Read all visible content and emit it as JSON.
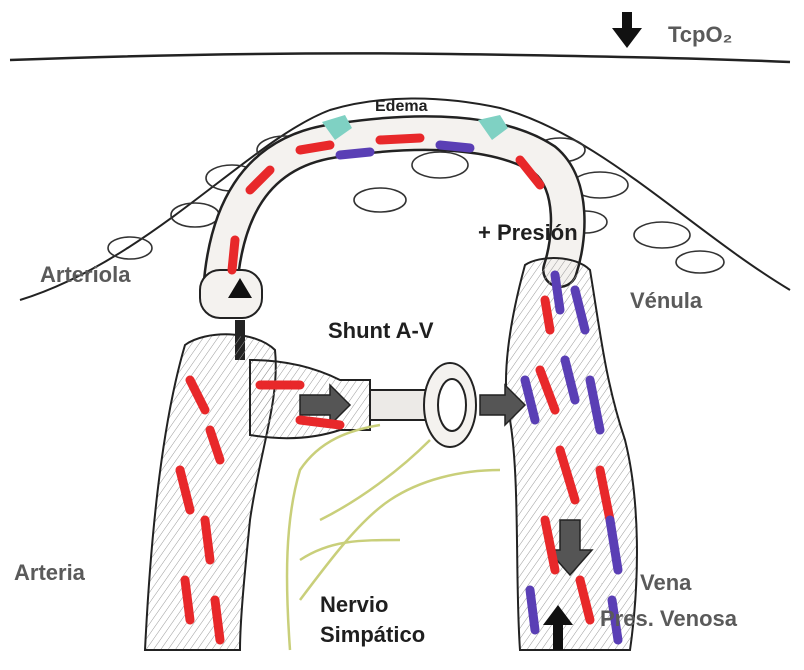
{
  "diagram": {
    "labels": {
      "tcpo2": "TcpO₂",
      "edema": "Edema",
      "presion": "+ Presión",
      "arteriola": "Arteriola",
      "venula": "Vénula",
      "shunt": "Shunt A-V",
      "arteria": "Arteria",
      "vena": "Vena",
      "pres_venosa": "Pres. Venosa",
      "nervio": "Nervio",
      "simpatico": "Simpático"
    },
    "colors": {
      "background": "#ffffff",
      "line": "#222222",
      "vessel_fill": "#f4f2ef",
      "arterial_blood": "#e8282a",
      "venous_blood": "#5a3fb5",
      "edema": "#7fd1c3",
      "nerve": "#c9cf7a",
      "label_gray": "#5a5a5a"
    },
    "icons": [
      "down-arrow-icon",
      "up-arrow-icon",
      "flow-arrow-icon"
    ]
  }
}
